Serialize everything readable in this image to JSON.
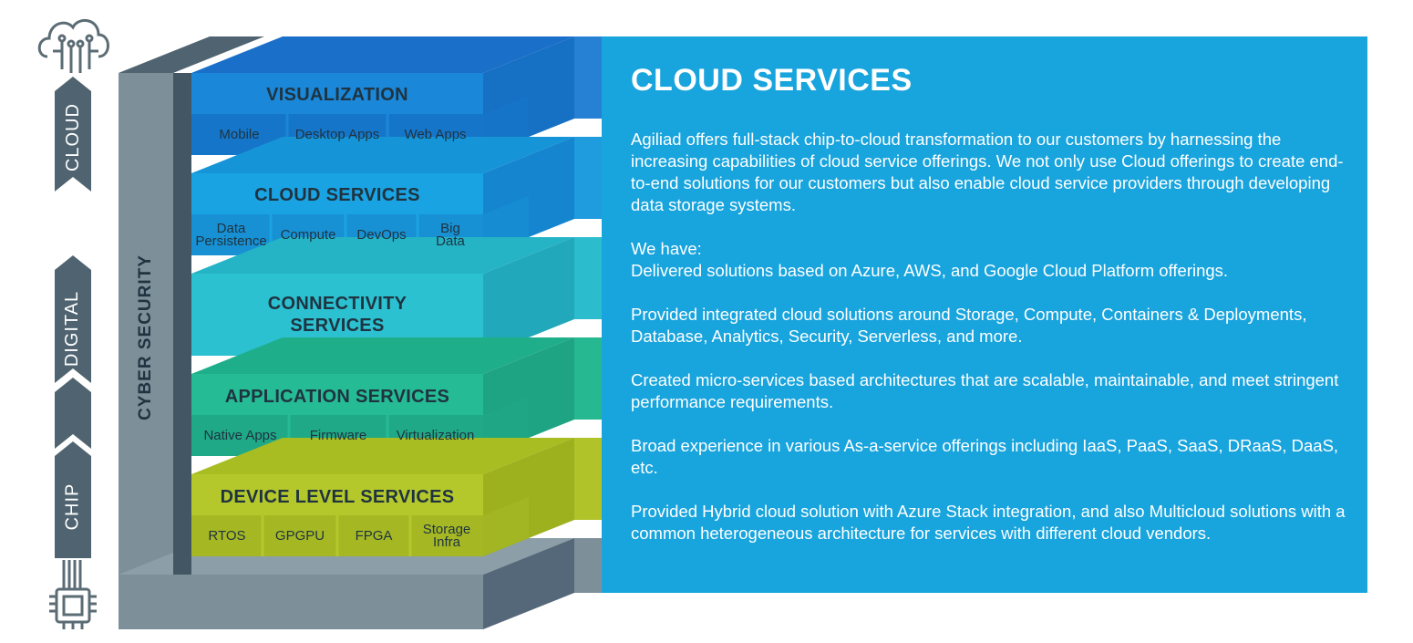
{
  "arrow": {
    "labels": [
      "CLOUD",
      "DIGITAL",
      "CHIP"
    ],
    "top_icon": "cloud-circuit-icon",
    "bottom_icon": "microchip-icon"
  },
  "side_label": "CYBER SECURITY",
  "layers": [
    {
      "title": "VISUALIZATION",
      "items": [
        "Mobile",
        "Desktop Apps",
        "Web Apps"
      ],
      "color": "#1386d6"
    },
    {
      "title": "CLOUD SERVICES",
      "items": [
        "Data Persistence",
        "Compute",
        "DevOps",
        "Big Data"
      ],
      "color": "#1a9fe0"
    },
    {
      "title": "CONNECTIVITY SERVICES",
      "items": [],
      "color": "#2bbfcf"
    },
    {
      "title": "APPLICATION SERVICES",
      "items": [
        "Native Apps",
        "Firmware",
        "Virtualization"
      ],
      "color": "#23b894"
    },
    {
      "title": "DEVICE LEVEL SERVICES",
      "items": [
        "RTOS",
        "GPGPU",
        "FPGA",
        "Storage Infra"
      ],
      "color": "#b3c62a"
    }
  ],
  "panel": {
    "title": "CLOUD SERVICES",
    "paragraphs": [
      "Agiliad offers full-stack chip-to-cloud transformation to our customers by harnessing the increasing capabilities of cloud service offerings. We not only use Cloud offerings to create end-to-end solutions for our customers but also enable cloud service providers through developing data storage systems.",
      "We have:",
      "Delivered solutions based on Azure, AWS, and Google Cloud Platform offerings.",
      "Provided integrated cloud solutions around Storage, Compute, Containers & Deployments, Database, Analytics, Security, Serverless, and more.",
      "Created micro-services based architectures that are scalable, maintainable, and meet stringent performance requirements.",
      "Broad experience in various As-a-service offerings including IaaS, PaaS, SaaS, DRaaS, DaaS, etc.",
      "Provided Hybrid cloud solution with Azure Stack integration, and also Multicloud solutions with a common heterogeneous architecture for services with different cloud vendors."
    ],
    "background": "#18a4dd"
  }
}
